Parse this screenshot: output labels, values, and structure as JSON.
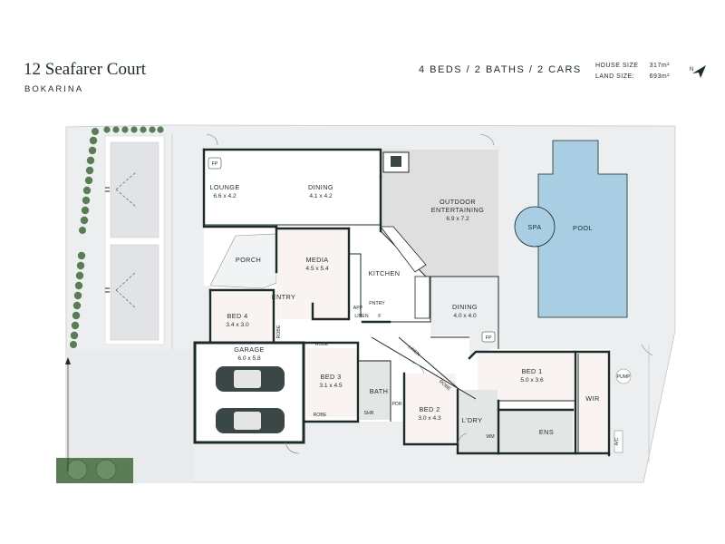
{
  "header": {
    "address": "12 Seafarer Court",
    "suburb": "BOKARINA",
    "specs": "4 BEDS / 2 BATHS / 2 CARS",
    "house_size_label": "HOUSE SIZE",
    "house_size_value": "317m²",
    "land_size_label": "LAND SIZE:",
    "land_size_value": "693m²",
    "north_label": "N"
  },
  "rooms": {
    "lounge": {
      "name": "LOUNGE",
      "dims": "6.6 x 4.2"
    },
    "dining_main": {
      "name": "DINING",
      "dims": "4.1 x 4.2"
    },
    "outdoor": {
      "name1": "OUTDOOR",
      "name2": "ENTERTAINING",
      "dims": "6.9 x 7.2"
    },
    "porch": {
      "name": "PORCH"
    },
    "media": {
      "name": "MEDIA",
      "dims": "4.5 x 5.4"
    },
    "kitchen": {
      "name": "KITCHEN"
    },
    "entry": {
      "name": "ENTRY"
    },
    "bed4": {
      "name": "BED 4",
      "dims": "3.4 x 3.0"
    },
    "dining2": {
      "name": "DINING",
      "dims": "4.0 x 4.0"
    },
    "garage": {
      "name": "GARAGE",
      "dims": "6.0 x 5.8"
    },
    "bed3": {
      "name": "BED 3",
      "dims": "3.1 x 4.5"
    },
    "bath": {
      "name": "BATH"
    },
    "bed2": {
      "name": "BED 2",
      "dims": "3.0 x 4.3"
    },
    "laundry": {
      "name": "L'DRY"
    },
    "bed1": {
      "name": "BED 1",
      "dims": "5.0 x 3.6"
    },
    "wir": {
      "name": "WIR"
    },
    "ens": {
      "name": "ENS"
    },
    "spa": {
      "name": "SPA"
    },
    "pool": {
      "name": "POOL"
    }
  },
  "small_labels": {
    "fp1": "FP",
    "fp2": "FP",
    "app": "APP",
    "pntry": "PNTRY",
    "linen_kitchen": "LINEN",
    "fridge": "F",
    "robe_bed4": "ROBE",
    "robe_bed3_top": "ROBE",
    "robe_bed3_bottom": "ROBE",
    "linen_hall": "LINEN",
    "robe_bed2": "ROBE",
    "pdr": "PDR",
    "shower_bath": "SHR",
    "wm": "WM",
    "pump": "PUMP",
    "ac": "A/C"
  },
  "colors": {
    "site": "#eceeef",
    "paving": "#e4e6e8",
    "interior": "#ffffff",
    "outdoor": "#dedede",
    "pool": "#a9cde3",
    "wall": "#1c2a28",
    "hedge": "#5a7d55",
    "text": "#1f2d2b"
  }
}
